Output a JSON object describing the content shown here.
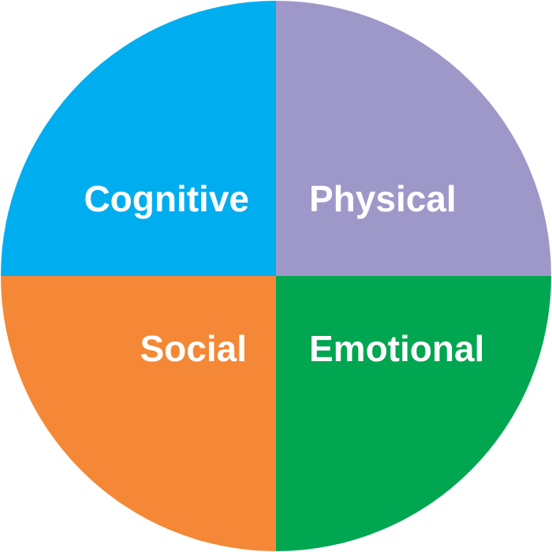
{
  "diagram": {
    "quadrants": [
      {
        "key": "cognitive",
        "label": "Cognitive",
        "color": "#00aeef"
      },
      {
        "key": "physical",
        "label": "Physical",
        "color": "#9e98c9"
      },
      {
        "key": "social",
        "label": "Social",
        "color": "#f48836"
      },
      {
        "key": "emotional",
        "label": "Emotional",
        "color": "#00a650"
      }
    ]
  }
}
